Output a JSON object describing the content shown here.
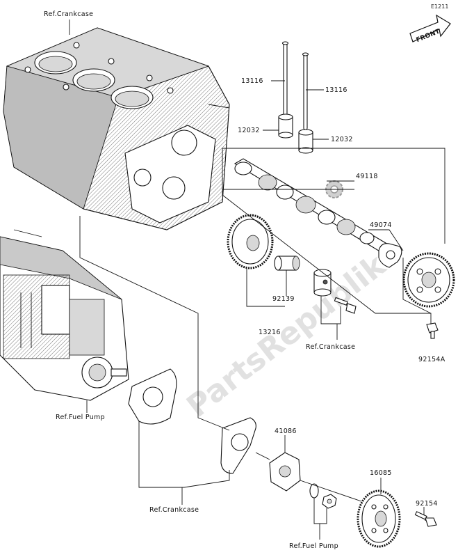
{
  "diagram_code": "E1211",
  "front_label": "FRONT",
  "watermark": "PartsRepublik",
  "labels": {
    "ref_crankcase_top": "Ref.Crankcase",
    "p13116_left": "13116",
    "p13116_right": "13116",
    "p12032_left": "12032",
    "p12032_right": "12032",
    "p49118": "49118",
    "p49074": "49074",
    "p92139": "92139",
    "p13216": "13216",
    "ref_crankcase_mid": "Ref.Crankcase",
    "p92154A": "92154A",
    "ref_fuel_pump_left": "Ref.Fuel Pump",
    "p41086": "41086",
    "p16085": "16085",
    "p92154": "92154",
    "ref_crankcase_bottom": "Ref.Crankcase",
    "ref_fuel_pump_bottom": "Ref.Fuel Pump"
  }
}
